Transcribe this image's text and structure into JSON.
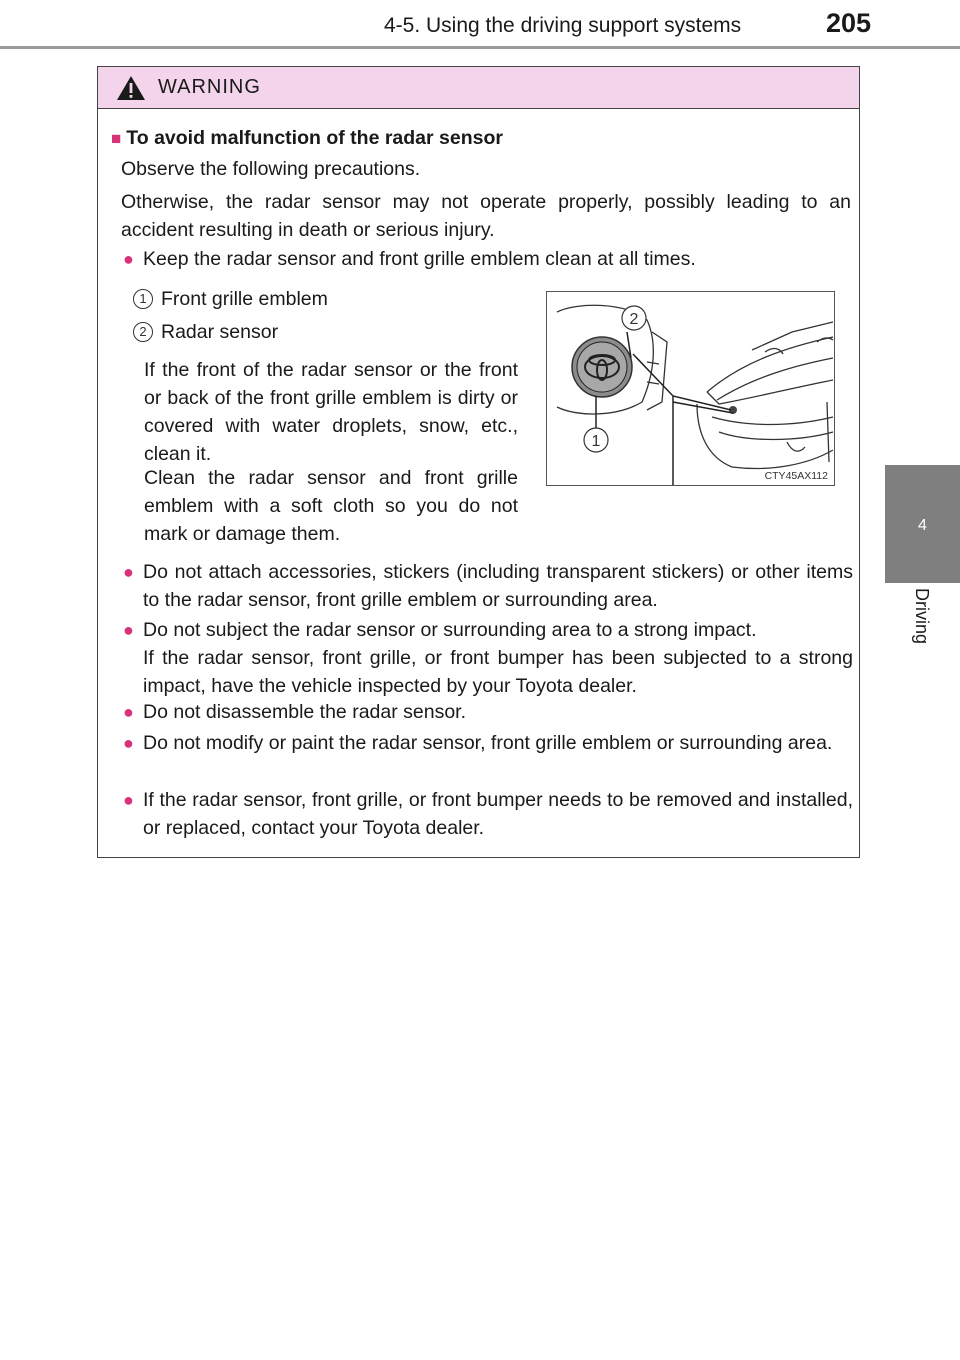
{
  "header": {
    "section_title": "4-5. Using the driving support systems",
    "page_number": "205"
  },
  "side_tab": {
    "chapter_number": "4",
    "chapter_label": "Driving"
  },
  "warning": {
    "label": "WARNING",
    "heading": "To avoid malfunction of the radar sensor",
    "intro_1": "Observe the following precautions.",
    "intro_2": "Otherwise, the radar sensor may not operate properly, possibly leading to an accident resulting in death or serious injury.",
    "bullet_1": "Keep the radar sensor and front grille emblem clean at all times.",
    "callouts": [
      {
        "number": "1",
        "text": "Front grille emblem"
      },
      {
        "number": "2",
        "text": "Radar sensor"
      }
    ],
    "figure_note_1": "If the front of the radar sensor or the front or back of the front grille emblem is dirty or covered with water droplets, snow, etc., clean it.",
    "figure_note_2": "Clean the radar sensor and front grille emblem with a soft cloth so you do not mark or damage them.",
    "figure_code": "CTY45AX112",
    "bullet_2": "Do not attach accessories, stickers (including transparent stickers) or other items to the radar sensor, front grille emblem or surrounding area.",
    "bullet_3": "Do not subject the radar sensor or surrounding area to a strong impact.",
    "bullet_3_detail": "If the radar sensor, front grille, or front bumper has been subjected to a strong impact, have the vehicle inspected by your Toyota dealer.",
    "bullet_4": "Do not disassemble the radar sensor.",
    "bullet_5": "Do not modify or paint the radar sensor, front grille emblem or surrounding area.",
    "bullet_6": "If the radar sensor, front grille, or front bumper needs to be removed and installed, or replaced, contact your Toyota dealer."
  },
  "colors": {
    "warning_header_bg": "#f3d4ea",
    "bullet_accent": "#d8327a",
    "side_tab_bg": "#7f7f7f"
  }
}
